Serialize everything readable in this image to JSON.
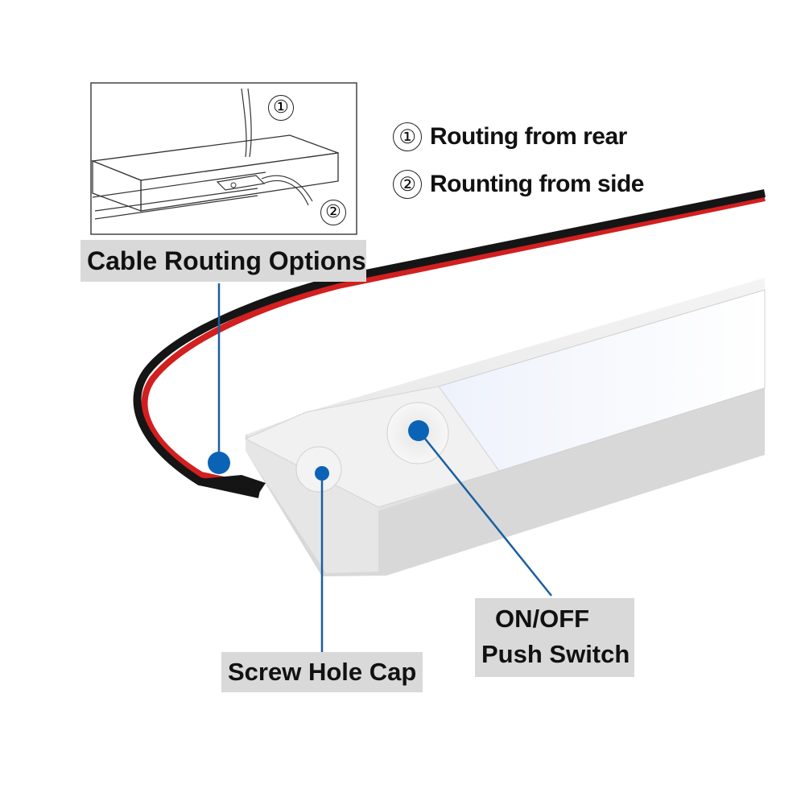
{
  "inset": {
    "marker_1": "①",
    "marker_2": "②"
  },
  "legend": [
    {
      "marker": "①",
      "text": "Routing from rear"
    },
    {
      "marker": "②",
      "text": "Rounting from side"
    }
  ],
  "callouts": {
    "cable_routing": "Cable Routing Options",
    "screw_hole_cap": "Screw Hole Cap",
    "switch_line1": "ON/OFF",
    "switch_line2": "Push Switch"
  },
  "colors": {
    "callout_line": "#1a5fa0",
    "callout_dot": "#0b63b5",
    "label_bg": "#d9d9d9",
    "cable_red": "#d21f1f",
    "cable_black": "#151515"
  }
}
